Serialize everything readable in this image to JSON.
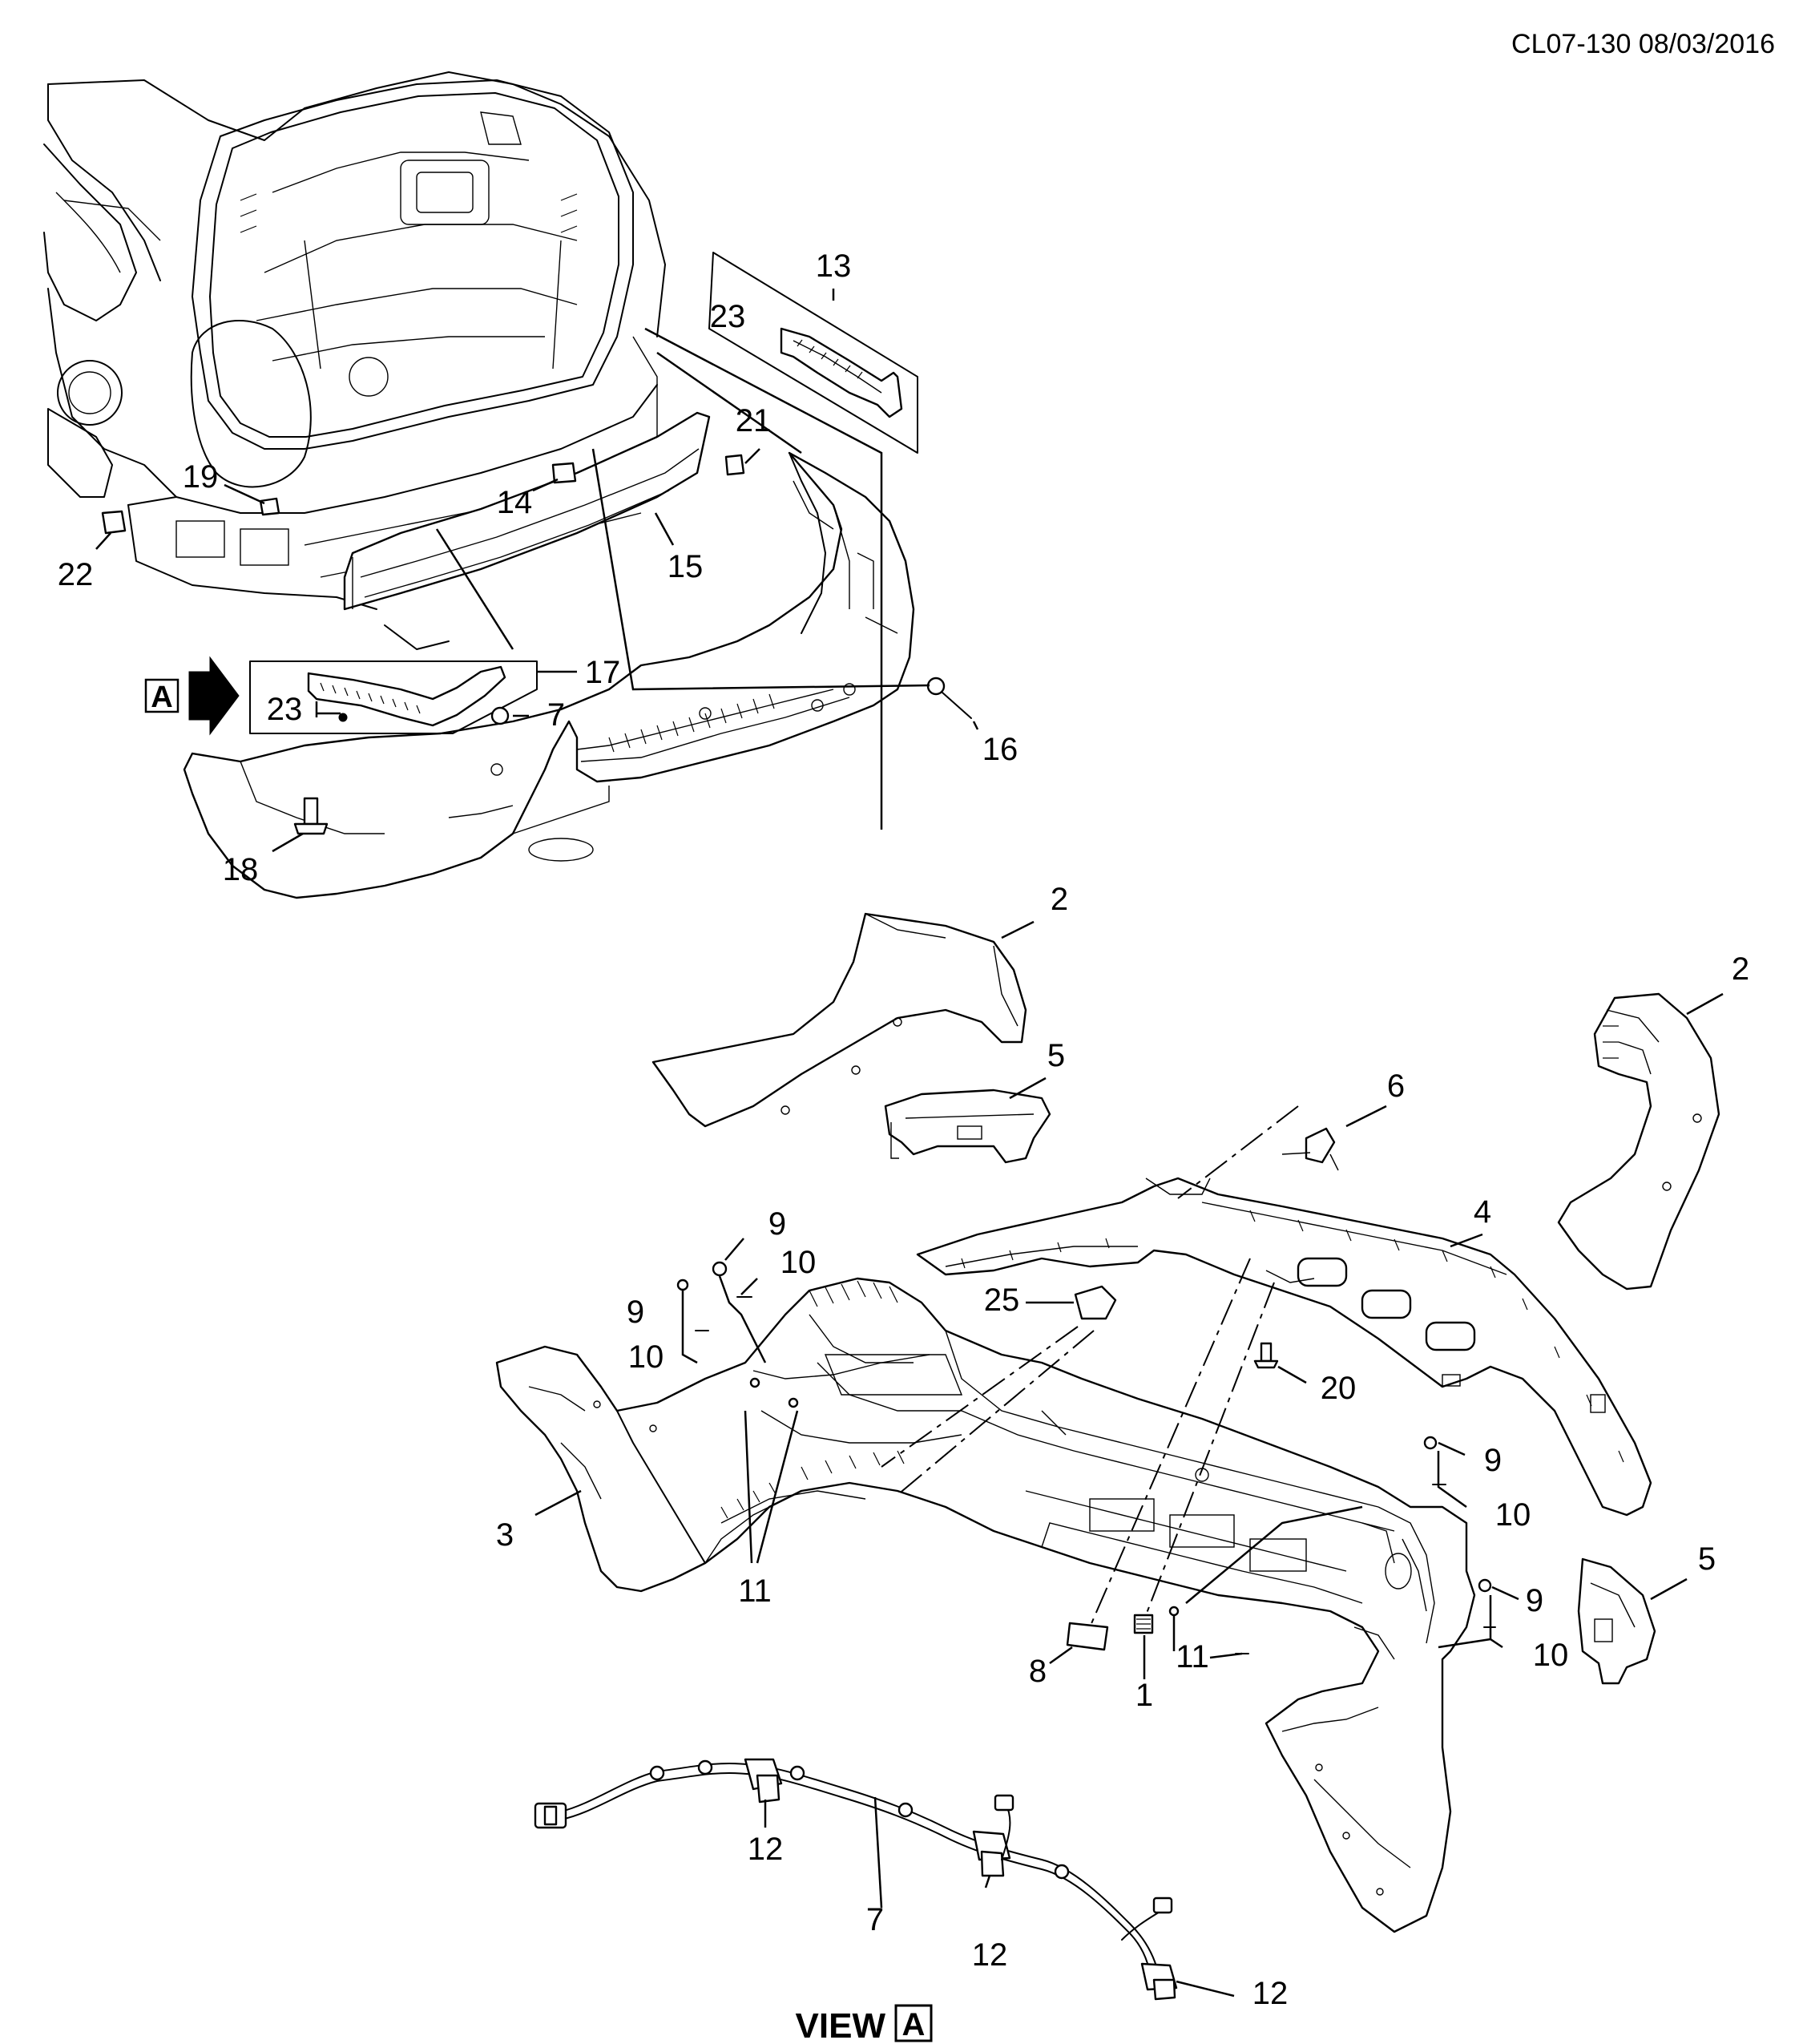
{
  "doc_ref": "CL07-130 08/03/2016",
  "view_caption": {
    "word": "VIEW",
    "box_letter": "A"
  },
  "view_marker_letter": "A",
  "callouts": {
    "c1": "1",
    "c2_left": "2",
    "c2_right": "2",
    "c3": "3",
    "c4": "4",
    "c5_left": "5",
    "c5_right": "5",
    "c6": "6",
    "c7_upper": "7",
    "c7_harness": "7",
    "c8": "8",
    "c9_a": "9",
    "c9_b": "9",
    "c9_c": "9",
    "c9_d": "9",
    "c10_a": "10",
    "c10_b": "10",
    "c10_c": "10",
    "c10_d": "10",
    "c11_left": "11",
    "c11_right": "11",
    "c12_a": "12",
    "c12_b": "12",
    "c12_c": "12",
    "c13": "13",
    "c14": "14",
    "c15": "15",
    "c16": "16",
    "c17": "17",
    "c18": "18",
    "c19": "19",
    "c20": "20",
    "c21": "21",
    "c22": "22",
    "c23_upper": "23",
    "c23_lower": "23",
    "c25": "25"
  },
  "colors": {
    "ink": "#000000",
    "paper": "#ffffff"
  }
}
